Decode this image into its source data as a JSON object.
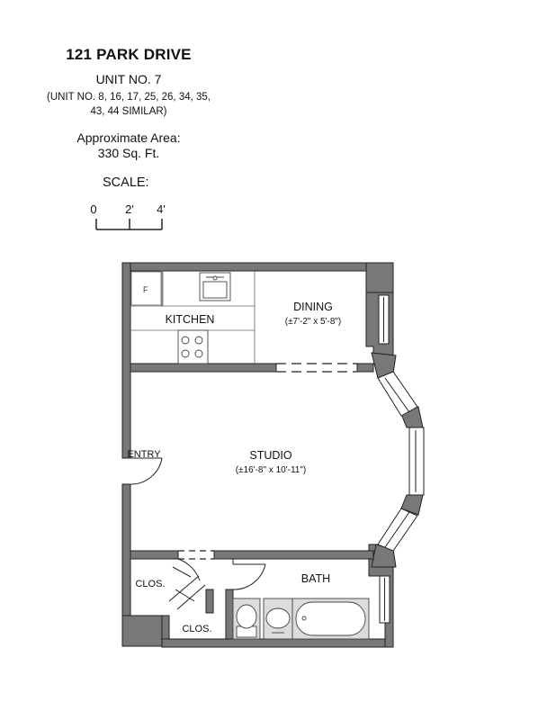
{
  "header": {
    "title": "121 PARK DRIVE",
    "unit": "UNIT NO. 7",
    "similar_line1": "(UNIT NO. 8, 16, 17, 25, 26, 34, 35,",
    "similar_line2": "43, 44 SIMILAR)",
    "area_label": "Approximate Area:",
    "area_value": "330 Sq. Ft."
  },
  "scale": {
    "label": "SCALE:",
    "ticks": [
      "0",
      "2'",
      "4'"
    ]
  },
  "rooms": {
    "kitchen": "KITCHEN",
    "dining": "DINING",
    "dining_dims": "(±7'-2\" x 5'-8\")",
    "entry": "ENTRY",
    "studio": "STUDIO",
    "studio_dims": "(±16'-8\" x 10'-11\")",
    "closet_left": "CLOS.",
    "closet_bottom": "CLOS.",
    "bath": "BATH"
  },
  "appliances": {
    "fridge": "F"
  },
  "colors": {
    "wall": "#787878",
    "line": "#222222",
    "fixture": "#dcdcdc"
  }
}
